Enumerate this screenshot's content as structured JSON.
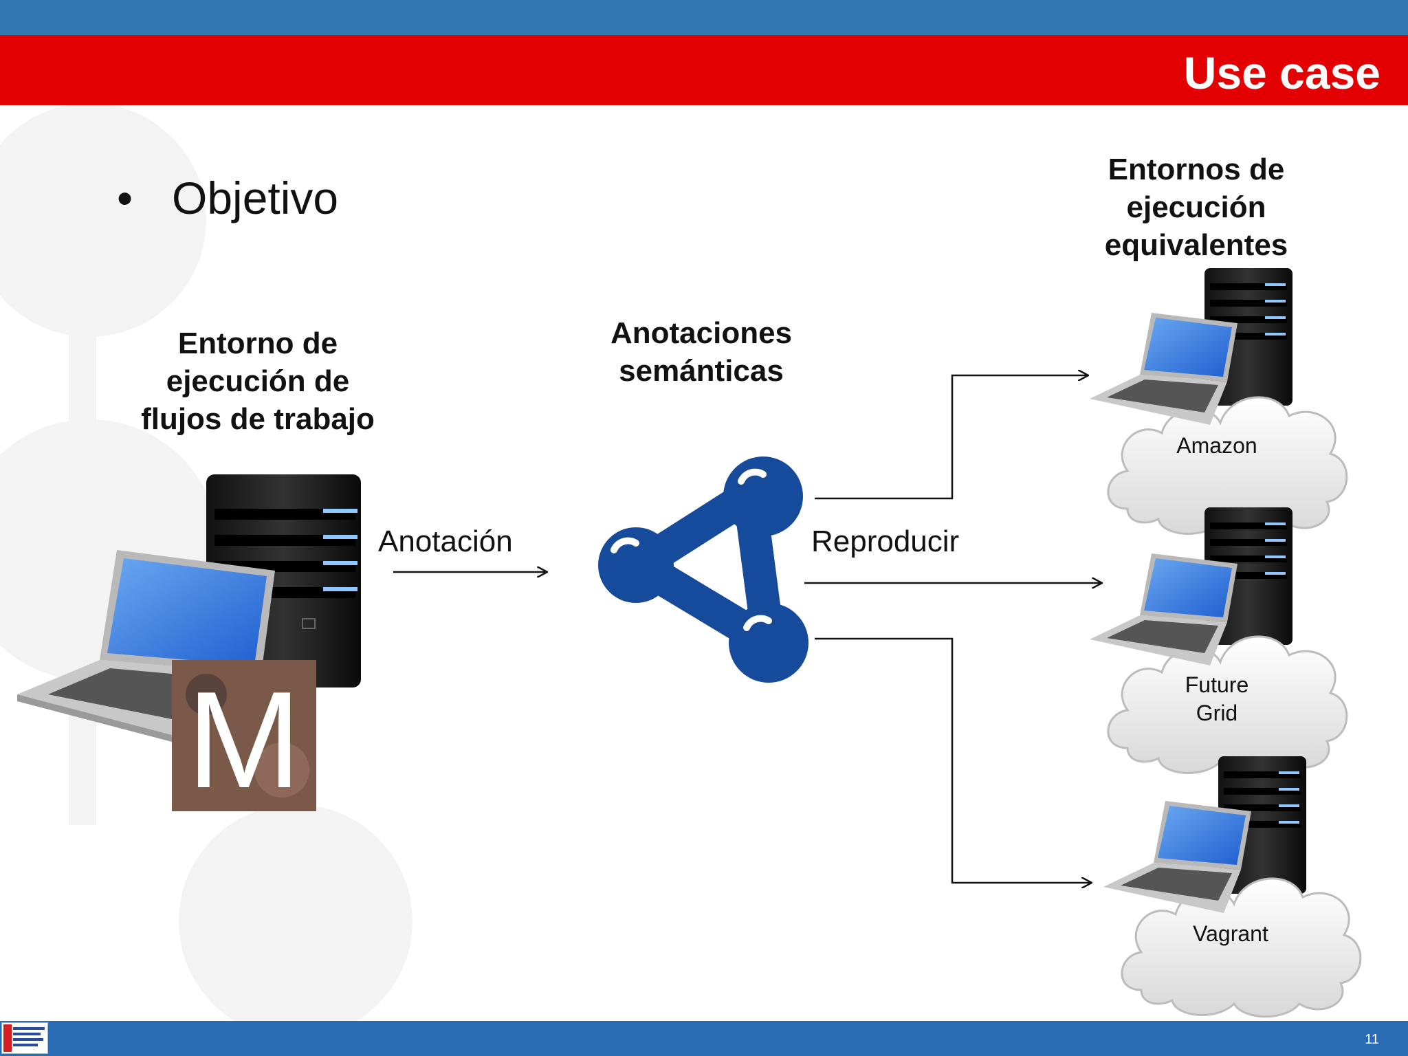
{
  "header": {
    "title": "Use case"
  },
  "slide": {
    "bullet": "Objetivo",
    "left_label": "Entorno de ejecución de flujos de trabajo",
    "middle_label": "Anotaciones semánticas",
    "right_label": "Entornos de ejecución equivalentes",
    "arrow_annotate": "Anotación",
    "arrow_reproduce": "Reproducir",
    "cloud_amazon": "Amazon",
    "cloud_futuregrid": "Future Grid",
    "cloud_vagrant": "Vagrant",
    "logo_letter": "M"
  },
  "footer": {
    "page_number": "11"
  },
  "colors": {
    "top_bar": "#3079b0",
    "title_bar": "#e30000",
    "bottom_bar": "#2a6cb4",
    "semantic_icon": "#164a9a"
  }
}
